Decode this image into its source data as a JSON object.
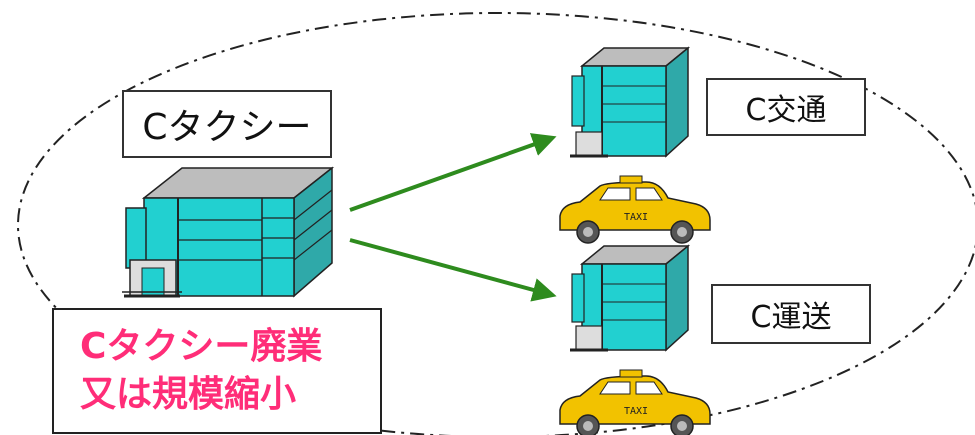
{
  "main_company": {
    "label": "Cタクシー"
  },
  "subsidiaries": [
    {
      "label": "C交通"
    },
    {
      "label": "C運送"
    }
  ],
  "note": {
    "line1": "Cタクシー廃業",
    "line2": "又は規模縮小"
  },
  "taxi_sign": "TAXI",
  "colors": {
    "arrow": "#2e8b1e",
    "note_text": "#ff2d78",
    "building_cyan": "#22d0d0",
    "building_gray": "#bdbdbd",
    "taxi_yellow": "#f2c200"
  }
}
